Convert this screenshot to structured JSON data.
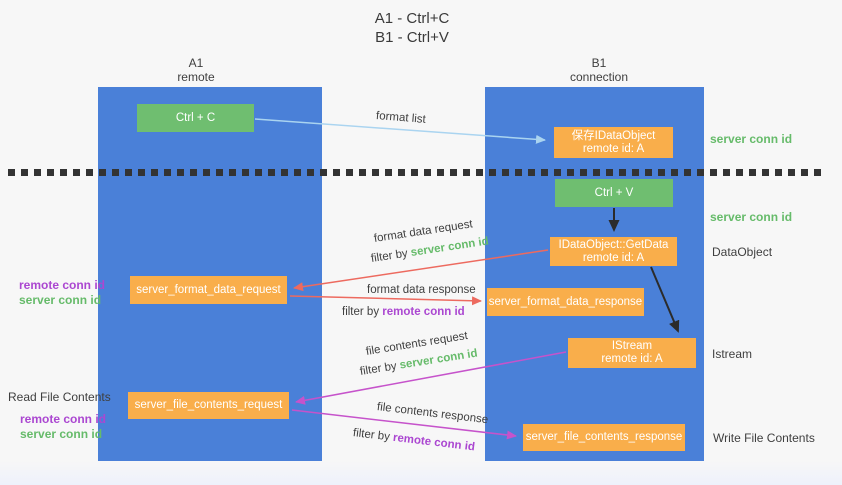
{
  "title": {
    "line1": "A1 - Ctrl+C",
    "line2": "B1 - Ctrl+V"
  },
  "columns": {
    "a1": {
      "name": "A1",
      "subtitle": "remote"
    },
    "b1": {
      "name": "B1",
      "subtitle": "connection"
    }
  },
  "boxes": {
    "ctrl_c": "Ctrl + C",
    "ctrl_v": "Ctrl + V",
    "save_idataobject_line1": "保存IDataObject",
    "save_idataobject_line2": "remote id: A",
    "getdata_line1": "IDataObject::GetData",
    "getdata_line2": "remote id: A",
    "istream_line1": "IStream",
    "istream_line2": "remote id: A",
    "format_request": "server_format_data_request",
    "format_response": "server_format_data_response",
    "file_request": "server_file_contents_request",
    "file_response": "server_file_contents_response"
  },
  "arrow_labels": {
    "format_list": "format list",
    "format_data_request": "format data request",
    "format_data_response": "format data response",
    "file_contents_request": "file contents request",
    "file_contents_response": "file contents response",
    "filter_by": "filter by ",
    "server_conn_id": "server conn id",
    "remote_conn_id": "remote conn id"
  },
  "side_labels": {
    "server_conn_id_top": "server conn id",
    "server_conn_id_mid": "server conn id",
    "dataobject": "DataObject",
    "istream": "Istream",
    "write_file_contents": "Write File Contents",
    "read_file_contents": "Read File Contents",
    "remote_conn_id": "remote conn id",
    "server_conn_id": "server conn id"
  },
  "colors": {
    "column_blue": "#4a80d8",
    "box_green": "#6fbe70",
    "box_orange": "#f9ae4b",
    "arrow_light_blue": "#aad4f0",
    "arrow_red": "#ed6a5f",
    "arrow_magenta": "#c653cb",
    "arrow_black": "#2b2b2b",
    "label_green": "#66bb6a",
    "label_purple": "#ab47d1",
    "text_dark": "#3f3f3f"
  }
}
